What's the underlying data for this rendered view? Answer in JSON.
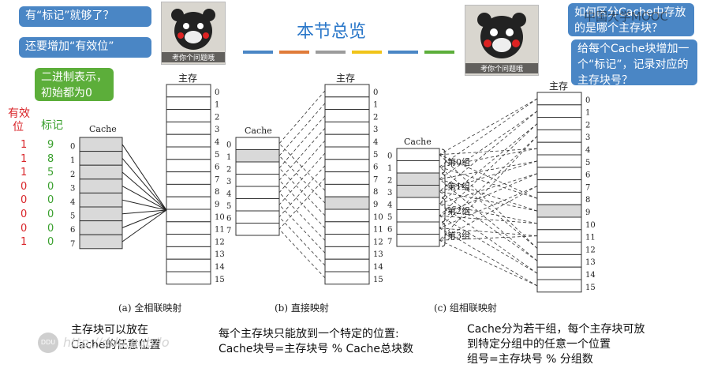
{
  "bubbles": {
    "q1": "有“标记”就够了？",
    "q2": "还要增加“有效位”",
    "q3": "如何区分Cache中存放的是哪个主存块？",
    "q4": "给每个Cache块增加一个“标记”，记录对应的主存块号？",
    "green": "二进制表示，初始都为0"
  },
  "photo_caption": "考你个问题哦",
  "watermark_top": "中国大学MOOC",
  "title": "本节总览",
  "title_bar_colors": [
    "#4a86c5",
    "#e07b39",
    "#9b9b9b",
    "#f0c419",
    "#4a86c5",
    "#5cae3a"
  ],
  "valid_header": [
    "有效",
    "位"
  ],
  "tag_header": "标记",
  "valid_bits": [
    "1",
    "1",
    "1",
    "0",
    "0",
    "0",
    "0",
    "1"
  ],
  "tags": [
    "9",
    "8",
    "5",
    "0",
    "0",
    "0",
    "0",
    "0"
  ],
  "labels": {
    "main_memory": "主存",
    "cache": "Cache",
    "groups": [
      "第0组",
      "第1组",
      "第2组",
      "第3组"
    ]
  },
  "captions": {
    "a": "(a) 全相联映射",
    "b": "(b) 直接映射",
    "c": "(c) 组相联映射"
  },
  "notes": {
    "a": [
      "主存块可以放在",
      "Cache的任意位置"
    ],
    "b": [
      "每个主存块只能放到一个特定的位置:",
      "Cache块号=主存块号 % Cache总块数"
    ],
    "c": [
      "Cache分为若干组，每个主存块可放",
      "到特定分组中的任意一个位置",
      "组号=主存块号 % 分组数"
    ]
  },
  "logo": "DDU",
  "watermark_bottom": "http://ddu.pub/lo",
  "colors": {
    "highlight": "#d9d9d9",
    "valid": "#d9252a",
    "tag": "#3aa02e",
    "bubble": "#4a86c5",
    "title": "#2a77c9"
  }
}
